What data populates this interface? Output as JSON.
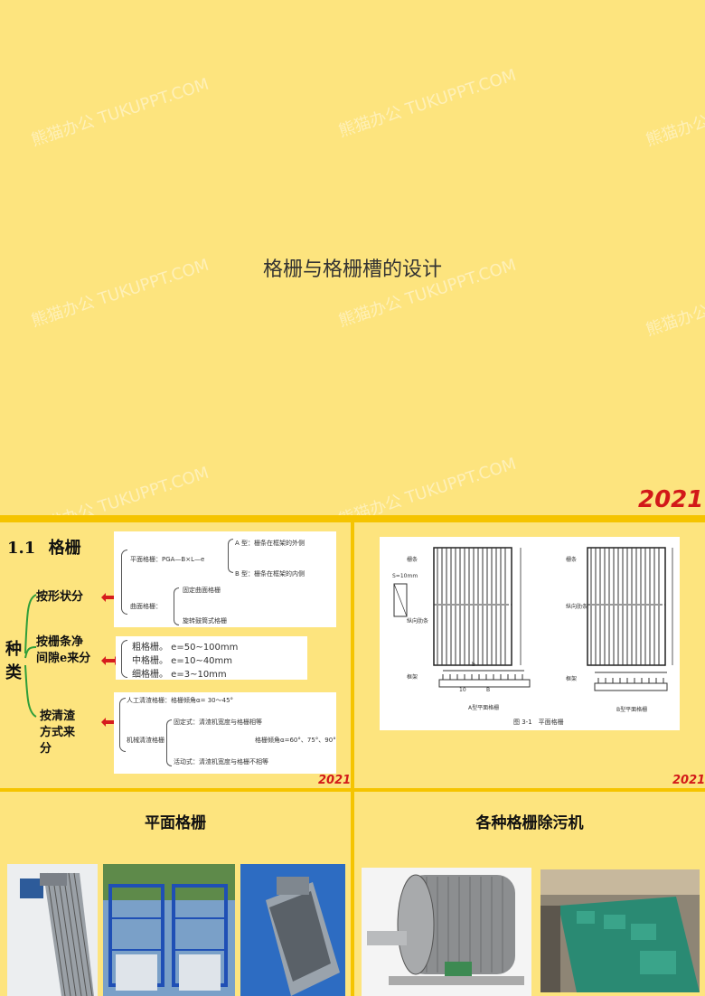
{
  "slide1": {
    "title": "格栅与格栅槽的设计",
    "watermark": "熊猫办公 TUKUPPT.COM",
    "badge": "2021"
  },
  "slide2": {
    "heading_num": "1.1",
    "heading_text": "格栅",
    "category_label_1": "种",
    "category_label_2": "类",
    "branches": [
      {
        "label": "按形状分"
      },
      {
        "label_line1": "按栅条净",
        "label_line2": "间隙e来分"
      },
      {
        "label_line1": "按清渣",
        "label_line2": "方式来",
        "label_line3": "分"
      }
    ],
    "box1": {
      "flat": "平面格栅：PGA—B×L—e",
      "typeA": "A 型：栅条在框架的外侧",
      "typeB": "B 型：栅条在框架的内侧",
      "curved": "曲面格栅：",
      "fixed": "固定曲面格栅",
      "rotary": "旋转鼓筒式格栅"
    },
    "box2": {
      "coarse": "粗格栅。 e=50~100mm",
      "medium": "中格栅。 e=10~40mm",
      "fine": "细格栅。 e=3~10mm"
    },
    "box3": {
      "manual": "人工清渣格栅：格栅倾角α= 30～45°",
      "mechanical": "机械清渣格栅",
      "fixed_type": "固定式：清渣机宽度与格栅相等",
      "angle": "格栅倾角α=60°、75°、90°",
      "mobile_type": "活动式：清渣机宽度与格栅不相等"
    },
    "badge": "2021"
  },
  "slide3": {
    "label_bar": "栅条",
    "label_rib": "纵向肋条",
    "label_frame": "框架",
    "label_bar2": "栅条",
    "label_rib2": "纵向肋条",
    "label_frame2": "框架",
    "label_s": "S=10mm",
    "dim_10": "10",
    "dim_b": "b",
    "dim_B": "B",
    "caption_a": "A型平面格栅",
    "caption_b": "B型平面格栅",
    "figure_caption": "图 3-1　平面格栅",
    "badge": "2021"
  },
  "slide4": {
    "title": "平面格栅"
  },
  "slide5": {
    "title": "各种格栅除污机"
  }
}
